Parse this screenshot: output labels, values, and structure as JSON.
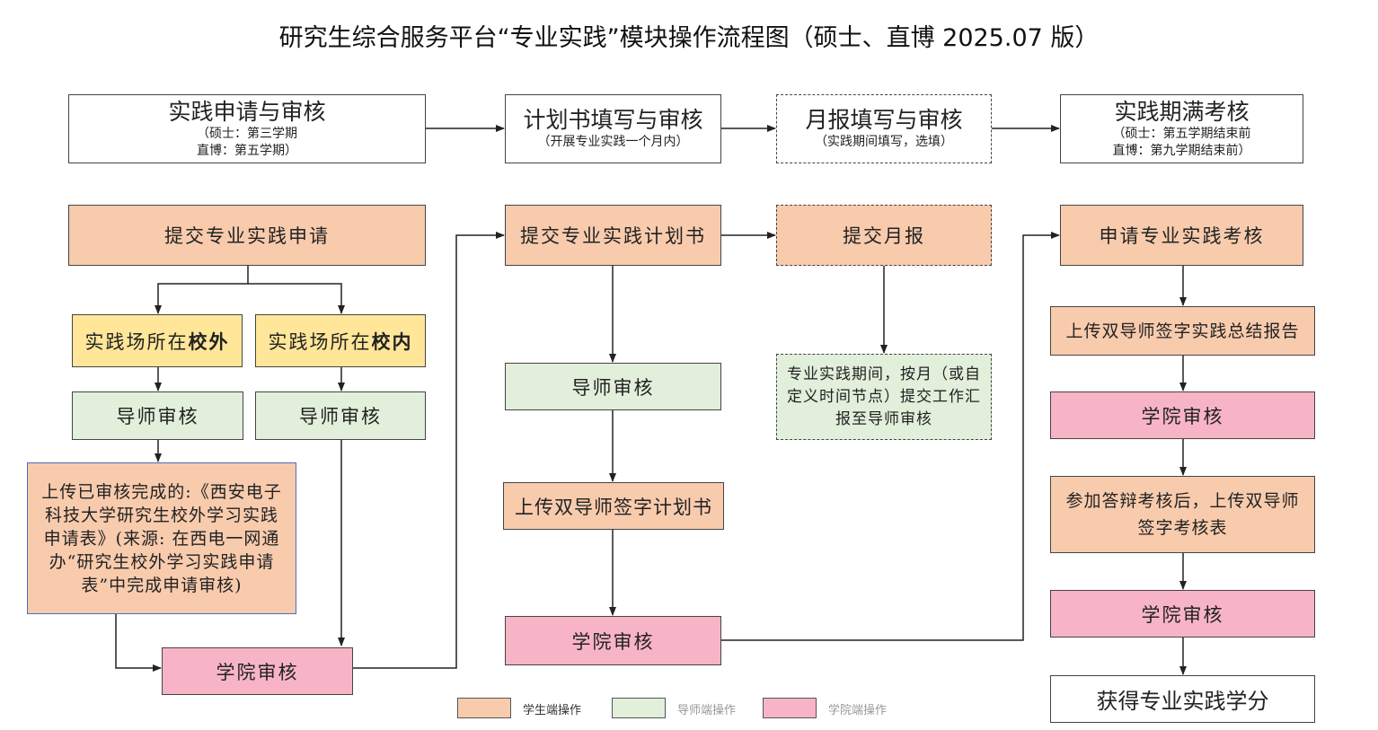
{
  "title": "研究生综合服务平台“专业实践”模块操作流程图（硕士、直博 2025.07 版）",
  "stages": [
    {
      "main": "实践申请与审核",
      "sub1": "（硕士：第三学期",
      "sub2": "直博：第五学期）"
    },
    {
      "main": "计划书填写与审核",
      "sub1": "（开展专业实践一个月内）"
    },
    {
      "main": "月报填写与审核",
      "sub1": "（实践期间填写，选填）"
    },
    {
      "main": "实践期满考核",
      "sub1": "（硕士：第五学期结束前",
      "sub2": "直博：第九学期结束前）"
    }
  ],
  "col1": {
    "submit": "提交专业实践申请",
    "outside_prefix": "实践场所在",
    "outside_bold": "校外",
    "inside_prefix": "实践场所在",
    "inside_bold": "校内",
    "tutor_review_1": "导师审核",
    "tutor_review_2": "导师审核",
    "upload": "上传已审核完成的:《西安电子科技大学研究生校外学习实践申请表》(来源: 在西电一网通办“研究生校外学习实践申请表”中完成申请审核)",
    "college_review": "学院审核"
  },
  "col2": {
    "submit": "提交专业实践计划书",
    "tutor_review": "导师审核",
    "upload": "上传双导师签字计划书",
    "college_review": "学院审核"
  },
  "col3": {
    "submit": "提交月报",
    "note": "专业实践期间，按月（或自定义时间节点）提交工作汇报至导师审核"
  },
  "col4": {
    "apply": "申请专业实践考核",
    "upload_summary": "上传双导师签字实践总结报告",
    "college_review_1": "学院审核",
    "defense": "参加答辩考核后，上传双导师签字考核表",
    "college_review_2": "学院审核",
    "credit": "获得专业实践学分"
  },
  "legend": [
    {
      "label": "学生端操作",
      "color": "#F8CBAD"
    },
    {
      "label": "导师端操作",
      "color": "#E2EFDA"
    },
    {
      "label": "学院端操作",
      "color": "#F8B4C7"
    }
  ]
}
